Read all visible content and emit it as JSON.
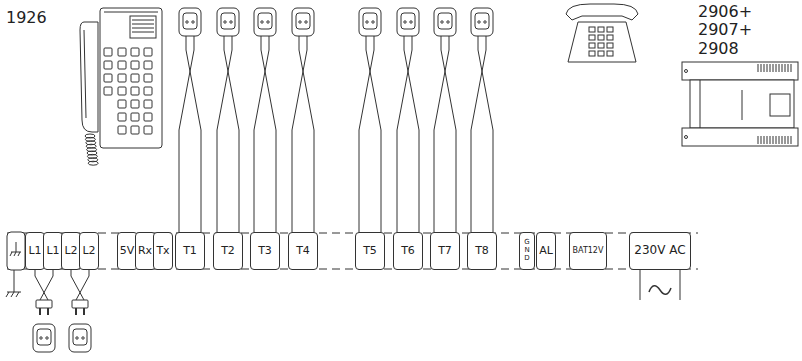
{
  "diagram": {
    "nodes": [
      {
        "text": [
          "L1"
        ]
      },
      {
        "text": [
          "L1"
        ]
      },
      {
        "text": [
          "L2"
        ]
      },
      {
        "text": [
          "L2"
        ]
      },
      {
        "text": [
          "5V"
        ]
      },
      {
        "text": [
          "Rx"
        ]
      },
      {
        "text": [
          "Tx"
        ]
      },
      {
        "text": [
          "T1"
        ]
      },
      {
        "text": [
          "T2"
        ]
      },
      {
        "text": [
          "T3"
        ]
      },
      {
        "text": [
          "T4"
        ]
      },
      {
        "text": [
          "T5"
        ]
      },
      {
        "text": [
          "T6"
        ]
      },
      {
        "text": [
          "T7"
        ]
      },
      {
        "text": [
          "T8"
        ]
      },
      {
        "text": [
          "GND"
        ]
      },
      {
        "text": [
          "AL"
        ]
      },
      {
        "text": [
          "BAT12V"
        ]
      },
      {
        "text": [
          "230V AC"
        ]
      }
    ],
    "labels": [
      "1926",
      "2906+",
      "2907+",
      "2908"
    ]
  }
}
